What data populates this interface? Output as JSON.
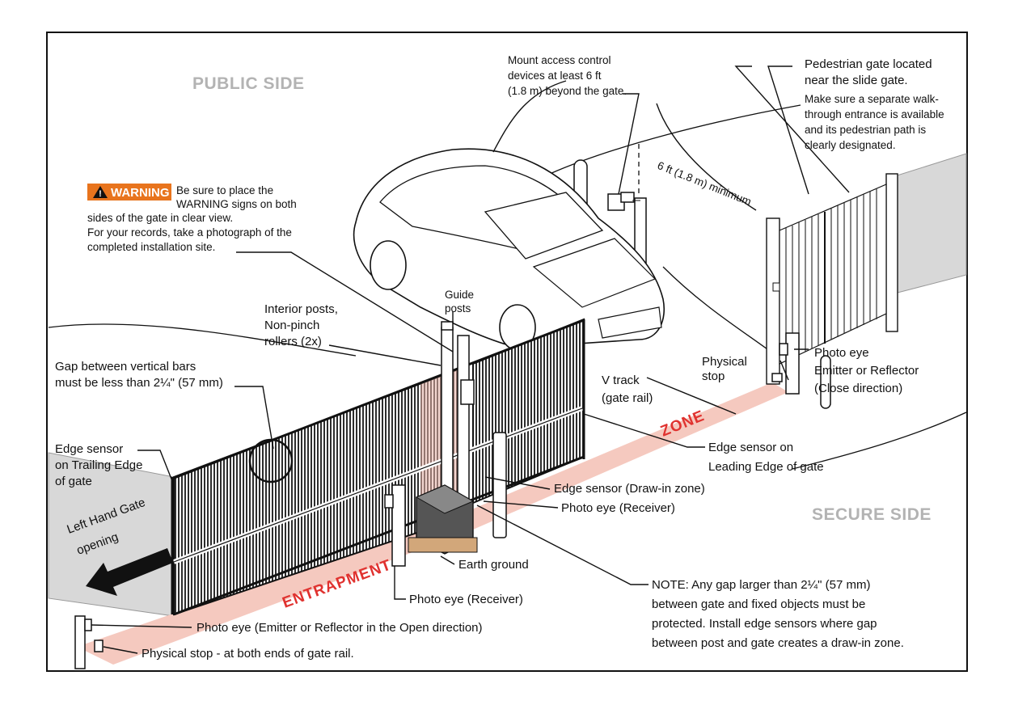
{
  "sides": {
    "public": "PUBLIC SIDE",
    "secure": "SECURE SIDE"
  },
  "warning": {
    "badge": "WARNING",
    "line1": "Be sure to place the",
    "line2": "WARNING signs on both",
    "line3": "sides of the gate in clear view.",
    "line4": "For your records, take a photograph of the",
    "line5": "completed installation site."
  },
  "mount": {
    "line1": "Mount access control",
    "line2": "devices at least 6 ft",
    "line3": "(1.8 m) beyond the gate."
  },
  "pedestrian": {
    "line1": "Pedestrian gate located",
    "line2": "near the slide gate.",
    "line3": "Make sure a separate walk-",
    "line4": "through entrance is available",
    "line5": "and its pedestrian path is",
    "line6": "clearly designated."
  },
  "six_ft": "6 ft (1.8 m) minimum",
  "guide_posts": {
    "line1": "Guide",
    "line2": "posts"
  },
  "interior_posts": {
    "line1": "Interior posts,",
    "line2": "Non-pinch",
    "line3": "rollers (2x)"
  },
  "gap_bars": {
    "line1": "Gap between vertical bars",
    "line2": "must be less than 2¼\" (57 mm)"
  },
  "edge_trailing": {
    "line1": "Edge sensor",
    "line2": "on Trailing Edge",
    "line3": "of gate"
  },
  "left_hand": {
    "line1": "Left Hand Gate",
    "line2": "opening"
  },
  "physical_stop_top": {
    "line1": "Physical",
    "line2": "stop"
  },
  "v_track": {
    "line1": "V track",
    "line2": "(gate rail)"
  },
  "photo_eye_close": {
    "line1": "Photo eye",
    "line2": "Emitter or Reflector",
    "line3": "(Close direction)"
  },
  "edge_leading": {
    "line1": "Edge sensor on",
    "line2": "Leading Edge of gate"
  },
  "edge_drawin": "Edge sensor (Draw-in zone)",
  "photo_eye_receiver_1": "Photo eye (Receiver)",
  "earth_ground": "Earth ground",
  "photo_eye_receiver_2": "Photo eye (Receiver)",
  "photo_eye_open": "Photo eye (Emitter or Reflector in the Open direction)",
  "physical_stop_bottom": "Physical stop - at both ends of gate rail.",
  "note": {
    "line1": "NOTE: Any gap larger than 2¼\" (57 mm)",
    "line2": "between gate and fixed objects must be",
    "line3": "protected. Install edge sensors where gap",
    "line4": "between post and gate creates a draw-in zone."
  },
  "zone_words": {
    "zone": "ZONE",
    "entrapment": "ENTRAPMENT"
  },
  "colors": {
    "warning_orange": "#e8741d",
    "entrapment_zone": "#f5c9bf",
    "zone_text": "#e0322f",
    "side_label": "#b3b3b3"
  }
}
